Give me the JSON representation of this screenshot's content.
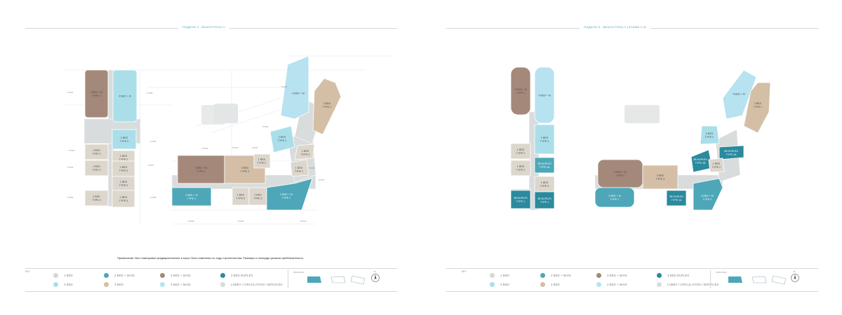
{
  "colors": {
    "one_bed": "#ddd6cc",
    "two_bed": "#aadfea",
    "two_bed_maid": "#4da7b9",
    "three_bed": "#d4bfa6",
    "three_bed_maid": "#a4897a",
    "four_bed_maid": "#b7e2ef",
    "three_bed_duplex": "#2a8a9e",
    "lobby": "#d9dcdc"
  },
  "left_page": {
    "title": "ПОДИУМ 3 - BEACH POOL/1",
    "note": "Примечание: Все планировки предварительные и могут быть изменены по ходу строительства. Размеры и площади указаны приблизительно.",
    "units": [
      {
        "label": "3 BED + M",
        "sub": "TYPE 2"
      },
      {
        "label": "4 BED + M",
        "sub": ""
      },
      {
        "label": "2 BED",
        "sub": "TYPE 2"
      },
      {
        "label": "1 BED",
        "sub": "TYPE 2"
      },
      {
        "label": "1 BED",
        "sub": "TYPE 2"
      },
      {
        "label": "1 BED",
        "sub": "TYPE 2"
      },
      {
        "label": "1 BED",
        "sub": "TYPE 3"
      },
      {
        "label": "1 BED",
        "sub": "TYPE 3"
      },
      {
        "label": "1 BED",
        "sub": "TYPE 4"
      },
      {
        "label": "1 BED",
        "sub": "TYPE 4"
      },
      {
        "label": "3 BED + M",
        "sub": "TYPE 2"
      },
      {
        "label": "3 BED",
        "sub": "TYPE 3"
      },
      {
        "label": "2 BED + M",
        "sub": "TYPE 1"
      },
      {
        "label": "1 BED",
        "sub": "TYPE 5"
      },
      {
        "label": "1 BED",
        "sub": "TYPE 5"
      },
      {
        "label": "2 BED + M",
        "sub": "TYPE 2"
      },
      {
        "label": "4 BED + M",
        "sub": ""
      },
      {
        "label": "3 BED",
        "sub": "TYPE 1"
      },
      {
        "label": "2 BED",
        "sub": "TYPE 2"
      },
      {
        "label": "1 BED",
        "sub": "TYPE 3"
      },
      {
        "label": "1 BED",
        "sub": "TYPE 2"
      },
      {
        "label": "1 BED",
        "sub": "TYPE 1"
      }
    ],
    "unit_tags": [
      "T1.001",
      "T1.002",
      "T1.003",
      "T1.004",
      "T1.005",
      "T1.006",
      "T1.007",
      "T1.008",
      "T2.001",
      "T2.002",
      "T2.003",
      "T2.004",
      "T2.005",
      "T2.006",
      "T2.007",
      "T2.008",
      "T2.009",
      "T2.010"
    ]
  },
  "right_page": {
    "title": "ПОДИУМ 3 - BEACH POOL/1 (ЭТАЖИ 2-4)",
    "units": [
      {
        "label": "3 BED + M",
        "sub": "TYPE 1"
      },
      {
        "label": "4 BED + M",
        "sub": ""
      },
      {
        "label": "2 BED",
        "sub": "TYPE 2"
      },
      {
        "label": "1 BED",
        "sub": "TYPE 2"
      },
      {
        "label": "2B DUPLEX",
        "sub": "TYPE 1A"
      },
      {
        "label": "1 BED",
        "sub": "TYPE 2"
      },
      {
        "label": "1 BED",
        "sub": "TYPE 3"
      },
      {
        "label": "1 BED",
        "sub": "TYPE 3"
      },
      {
        "label": "3B DUPLEX",
        "sub": "TYPE 1"
      },
      {
        "label": "3B DUPLEX",
        "sub": "TYPE 1"
      },
      {
        "label": "3 BED + M",
        "sub": "TYPE 2"
      },
      {
        "label": "3 BED",
        "sub": "TYPE 3"
      },
      {
        "label": "2 BED + M",
        "sub": "TYPE 1"
      },
      {
        "label": "3B DUPLEX",
        "sub": "TYPE 1A"
      },
      {
        "label": "2 BED + M",
        "sub": "TYPE 2"
      },
      {
        "label": "2B DUPLEX",
        "sub": "TYPE 1B"
      },
      {
        "label": "4 BED + M",
        "sub": ""
      },
      {
        "label": "3 BED",
        "sub": "TYPE 1"
      },
      {
        "label": "2 BED",
        "sub": "TYPE 2"
      },
      {
        "label": "2B DUPLEX",
        "sub": "TYPE 1A"
      },
      {
        "label": "1 BED",
        "sub": "TYPE 2"
      }
    ]
  },
  "legend": {
    "key_label": "KEY",
    "site_plan_label": "SITE PLAN",
    "north_label": "N",
    "items": [
      {
        "label": "1 BED",
        "color_key": "one_bed"
      },
      {
        "label": "2 BED",
        "color_key": "two_bed"
      },
      {
        "label": "2 BED + MAID",
        "color_key": "two_bed_maid"
      },
      {
        "label": "3 BED",
        "color_key": "three_bed"
      },
      {
        "label": "3 BED + MAID",
        "color_key": "three_bed_maid"
      },
      {
        "label": "4 BED + MAID",
        "color_key": "four_bed_maid"
      },
      {
        "label": "3 BED DUPLEX",
        "color_key": "three_bed_duplex"
      },
      {
        "label": "LOBBY / CIRCULATION / SERVICES",
        "color_key": "lobby"
      }
    ]
  }
}
